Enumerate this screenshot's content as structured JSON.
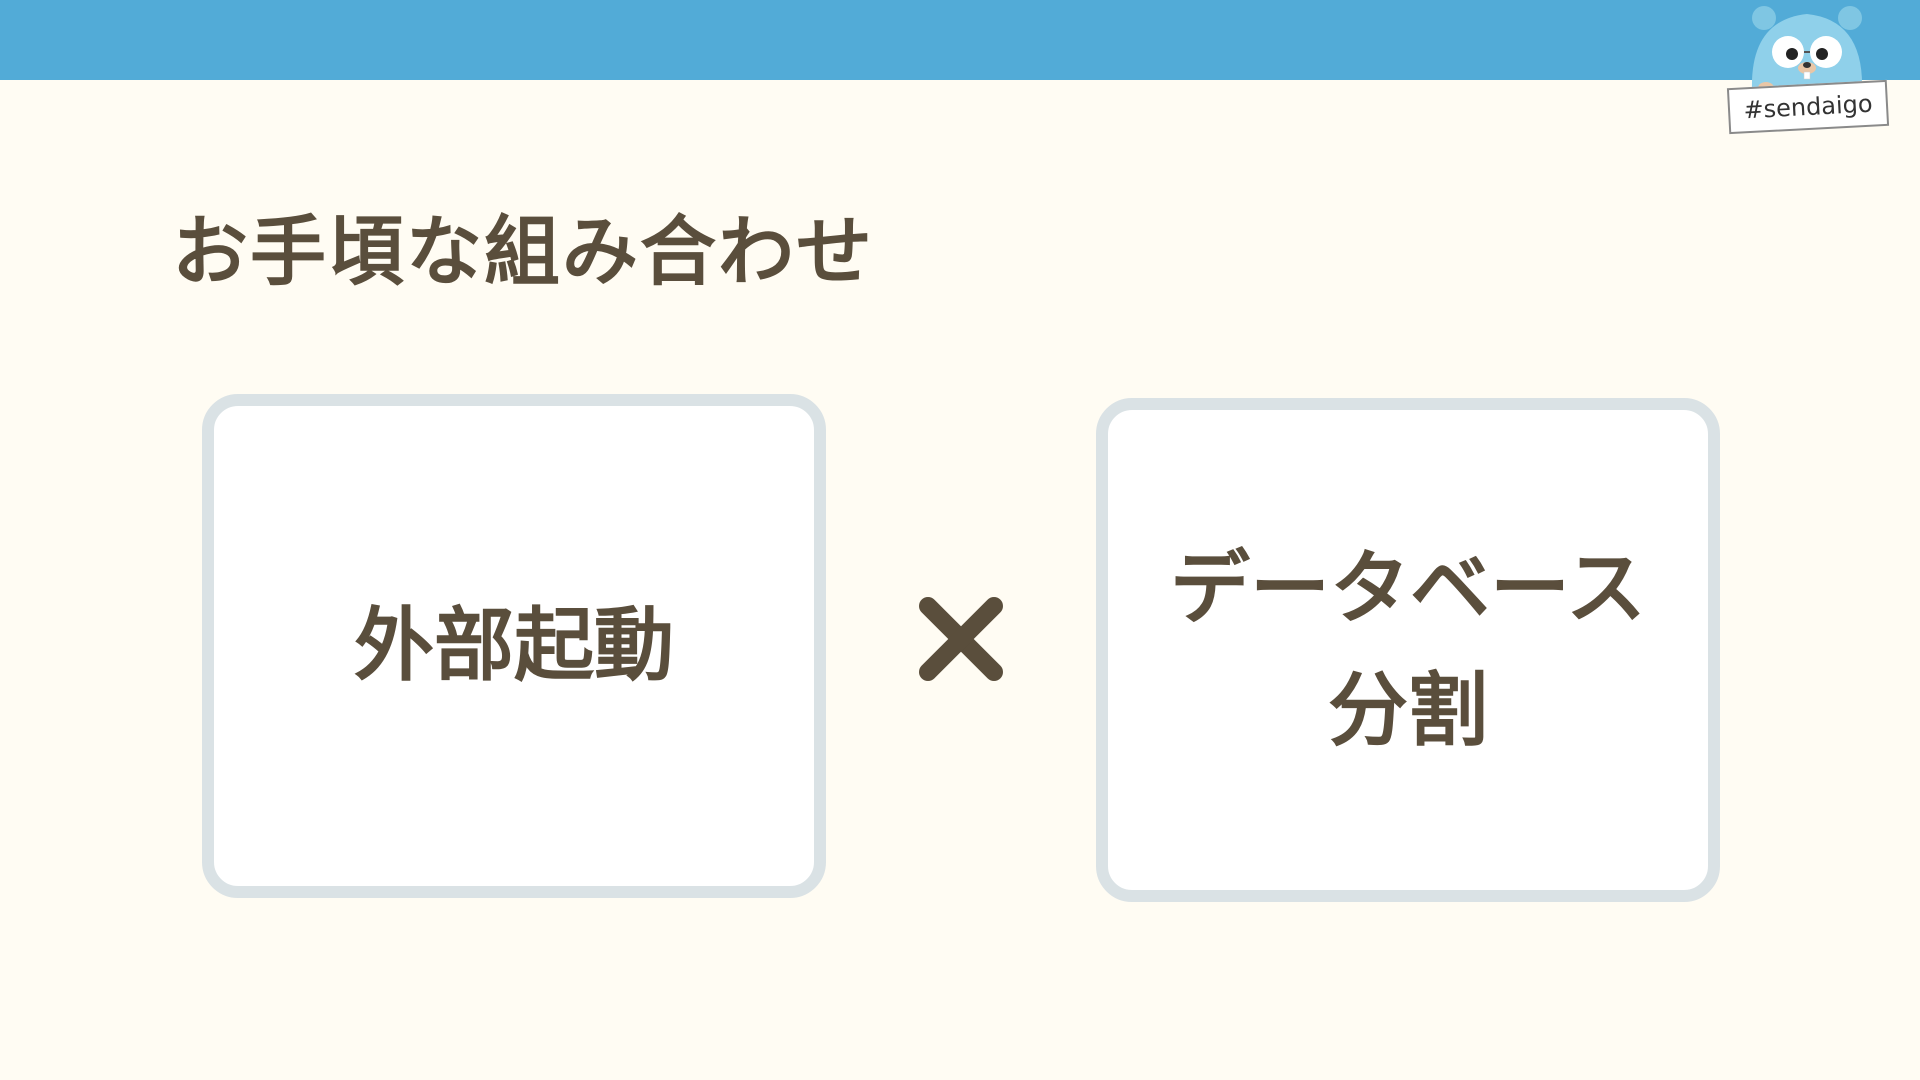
{
  "header": {
    "bar_color": "#52abd7",
    "mascot_icon": "gopher-mascot-icon",
    "hashtag": "#sendaigo"
  },
  "slide": {
    "title": "お手頃な組み合わせ",
    "left_card": {
      "label": "外部起動"
    },
    "operator_icon": "multiply-icon",
    "right_card": {
      "line1": "データベース",
      "line2": "分割"
    }
  },
  "colors": {
    "background": "#fffcf3",
    "text": "#5a4e3c",
    "card_border": "#dae2e5"
  }
}
